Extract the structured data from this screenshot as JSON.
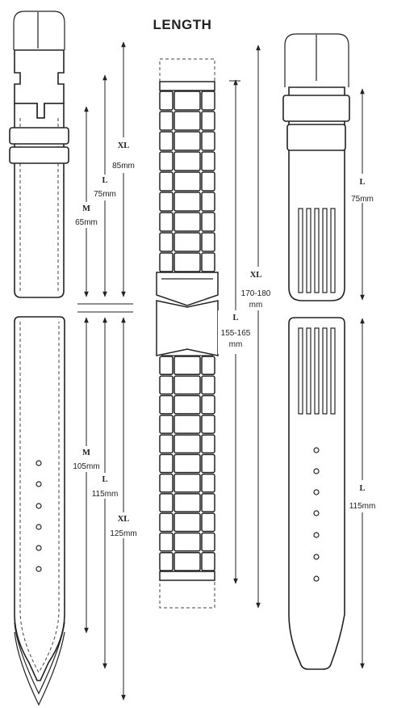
{
  "title": "LENGTH",
  "left_strap": {
    "buckle_side": {
      "xl": {
        "size": "XL",
        "length": "85mm"
      },
      "l": {
        "size": "L",
        "length": "75mm"
      },
      "m": {
        "size": "M",
        "length": "65mm"
      }
    },
    "tail_side": {
      "m": {
        "size": "M",
        "length": "105mm"
      },
      "l": {
        "size": "L",
        "length": "115mm"
      },
      "xl": {
        "size": "XL",
        "length": "125mm"
      }
    },
    "hole_count": 6
  },
  "bracelet": {
    "xl": {
      "size": "XL",
      "length_line1": "170-180",
      "length_line2": "mm"
    },
    "l": {
      "size": "L",
      "length_line1": "155-165",
      "length_line2": "mm"
    }
  },
  "right_strap": {
    "buckle_side": {
      "size": "L",
      "length": "75mm"
    },
    "tail_side": {
      "size": "L",
      "length": "115mm"
    },
    "hole_count": 7
  }
}
